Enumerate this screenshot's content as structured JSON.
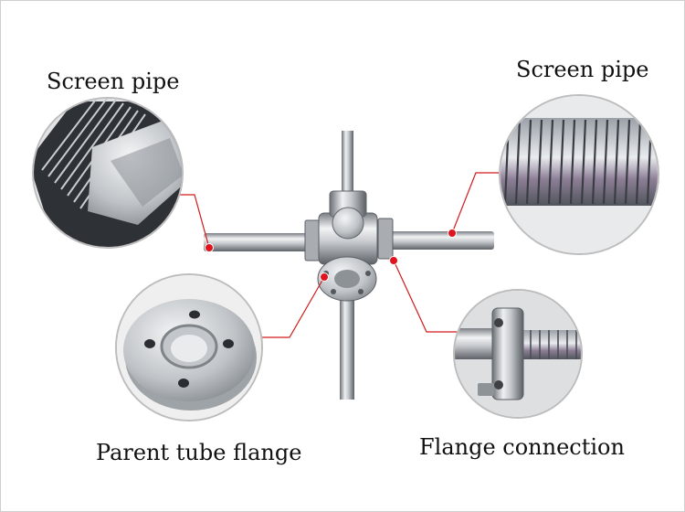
{
  "labels": {
    "screen_pipe_left": "Screen pipe",
    "screen_pipe_right": "Screen pipe",
    "parent_tube_flange": "Parent tube flange",
    "flange_connection": "Flange connection"
  },
  "colors": {
    "leader_line": "#d21a1a",
    "marker": "#e0141e",
    "steel_light": "#e6e8ea",
    "steel_mid": "#b4b8bd",
    "steel_dark": "#6c7176",
    "background": "#ffffff"
  },
  "icons": {
    "detail_left": "screen-pipe-closeup",
    "detail_right": "slotted-screen-closeup",
    "detail_bottom_left": "flange-plate",
    "detail_bottom_right": "flange-joint-closeup"
  }
}
